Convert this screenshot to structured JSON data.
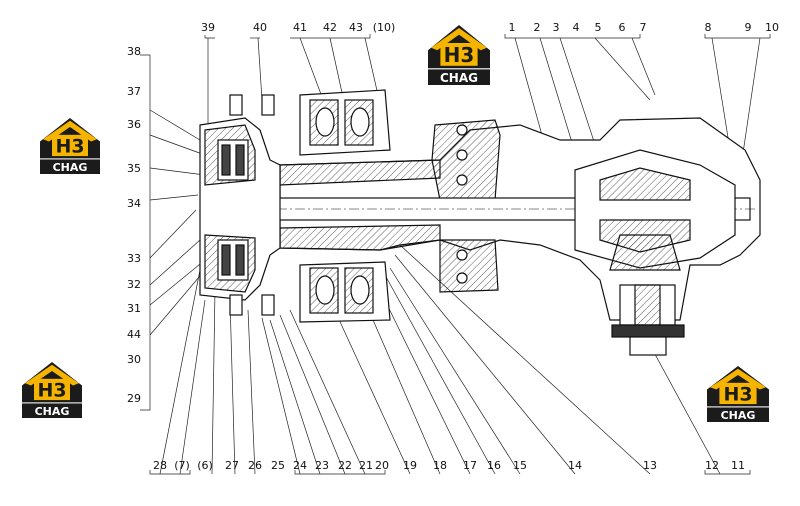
{
  "brand": {
    "mark": "H3",
    "name": "CHAG"
  },
  "callouts": {
    "top": [
      "39",
      "40",
      "41",
      "42",
      "43",
      "(10)",
      "1",
      "2",
      "3",
      "4",
      "5",
      "6",
      "7",
      "8",
      "9",
      "10"
    ],
    "left": [
      "38",
      "37",
      "36",
      "35",
      "34",
      "33",
      "32",
      "31",
      "44",
      "30",
      "29"
    ],
    "bottom": [
      "28",
      "(7)",
      "(6)",
      "27",
      "26",
      "25",
      "24",
      "23",
      "22",
      "21",
      "20",
      "19",
      "18",
      "17",
      "16",
      "15",
      "14",
      "13",
      "12",
      "11"
    ]
  }
}
